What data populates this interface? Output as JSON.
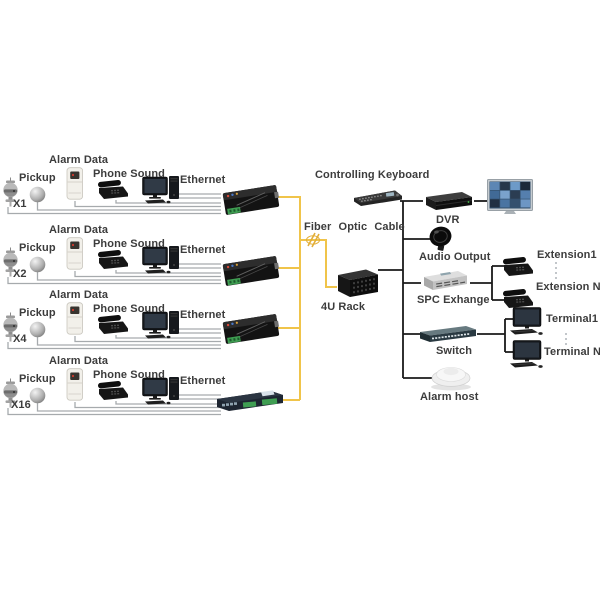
{
  "diagram": {
    "rows": [
      {
        "alarm_data": "Alarm Data",
        "pickup": "Pickup",
        "phone_sound": "Phone Sound",
        "ethernet": "Ethernet",
        "channel": "X1"
      },
      {
        "alarm_data": "Alarm Data",
        "pickup": "Pickup",
        "phone_sound": "Phone Sound",
        "ethernet": "Ethernet",
        "channel": "X2"
      },
      {
        "alarm_data": "Alarm Data",
        "pickup": "Pickup",
        "phone_sound": "Phone Sound",
        "ethernet": "Ethernet",
        "channel": "X4"
      },
      {
        "alarm_data": "Alarm Data",
        "pickup": "Pickup",
        "phone_sound": "Phone Sound",
        "ethernet": "Ethernet",
        "channel": "X16"
      }
    ],
    "backbone": {
      "fiber_cable": "Fiber Optic Cable",
      "rack": "4U Rack"
    },
    "head_end": {
      "controlling_keyboard": "Controlling Keyboard",
      "dvr": "DVR",
      "audio_output": "Audio Output",
      "spc_exchange": "SPC Exhange",
      "extension_1": "Extension1",
      "extension_n": "Extension N",
      "switch": "Switch",
      "terminal_1": "Terminal1",
      "terminal_n": "Terminal N",
      "alarm_host": "Alarm host"
    },
    "colors": {
      "fiber_yellow": "#F0C44A",
      "wire_gray": "#A6AAAD",
      "line_black": "#1A1A1A",
      "label_text": "#3C3C3C"
    }
  }
}
